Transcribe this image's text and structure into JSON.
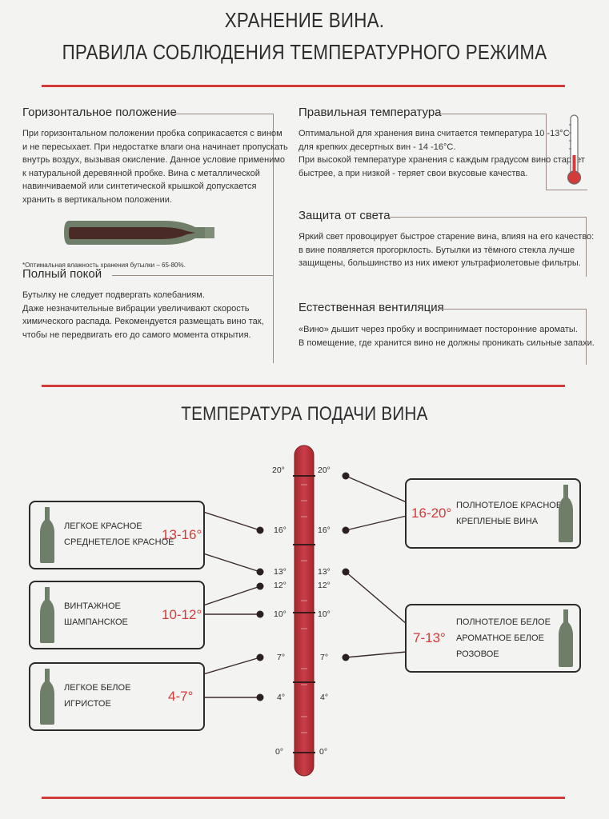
{
  "title": {
    "line1": "ХРАНЕНИЕ ВИНА.",
    "line2": "ПРАВИЛА СОБЛЮДЕНИЯ ТЕМПЕРАТУРНОГО РЕЖИМА"
  },
  "sections": {
    "horizontal": {
      "heading": "Горизонтальное положение",
      "lines": [
        "При горизонтальном положении пробка соприкасается с вином",
        "и не пересыхает. При недостатке влаги она начинает пропускать",
        "внутрь воздух, вызывая окисление. Данное условие применимо",
        "к натуральной деревянной пробке. Вина с металлической",
        "навинчиваемой или синтетической крышкой допускается",
        "хранить в вертикальном положении."
      ],
      "note": "*Оптимальная влажность хранения бутылки – 65-80%."
    },
    "rest": {
      "heading": "Полный покой",
      "lines": [
        "Бутылку не следует подвергать колебаниям.",
        "Даже незначительные вибрации увеличивают скорость",
        "химического распада. Рекомендуется размещать вино так,",
        "чтобы не передвигать его до самого момента открытия."
      ]
    },
    "temperature": {
      "heading": "Правильная температура",
      "lines": [
        "Оптимальной для хранения  вина считается температура 10 -13°С,",
        "для крепких десертных вин - 14 -16°С.",
        "При высокой температуре хранения с каждым градусом вино стареет",
        "быстрее, а при низкой - теряет свои вкусовые качества."
      ]
    },
    "light": {
      "heading": "Защита от света",
      "lines": [
        "Яркий свет провоцирует быстрое старение вина, влияя на его качество:",
        "в вине появляется прогорклость. Бутылки из тёмного стекла лучше",
        "защищены, большинство из них имеют ультрафиолетовые фильтры."
      ]
    },
    "ventilation": {
      "heading": "Естественная вентиляция",
      "lines": [
        "«Вино» дышит через пробку и воспринимает посторонние ароматы.",
        "В помещение, где хранится вино не должны проникать сильные запахи."
      ]
    }
  },
  "serving": {
    "title": "ТЕМПЕРАТУРА ПОДАЧИ ВИНА",
    "ticks": [
      "20°",
      "16°",
      "13°",
      "12°",
      "10°",
      "7°",
      "4°",
      "0°"
    ],
    "boxes": {
      "light_red": {
        "lines": [
          "ЛЕГКОЕ КРАСНОЕ",
          "СРЕДНЕТЕЛОЕ КРАСНОЕ"
        ],
        "temp": "13-16°"
      },
      "vintage": {
        "lines": [
          "ВИНТАЖНОЕ",
          "ШАМПАНСКОЕ"
        ],
        "temp": "10-12°"
      },
      "light_white": {
        "lines": [
          "ЛЕГКОЕ БЕЛОЕ",
          "ИГРИСТОЕ"
        ],
        "temp": "4-7°"
      },
      "full_red": {
        "lines": [
          "ПОЛНОТЕЛОЕ КРАСНОЕ",
          "КРЕПЛЕНЫЕ ВИНА"
        ],
        "temp": "16-20°"
      },
      "full_white": {
        "lines": [
          "ПОЛНОТЕЛОЕ БЕЛОЕ",
          "АРОМАТНОЕ БЕЛОЕ",
          "РОЗОВОЕ"
        ],
        "temp": "7-13°"
      }
    }
  },
  "colors": {
    "accent_red": "#d33a3a",
    "thermometer_red": "#c0343f",
    "bottle_green": "#6f7e69",
    "wine_dark": "#4a2a26"
  }
}
